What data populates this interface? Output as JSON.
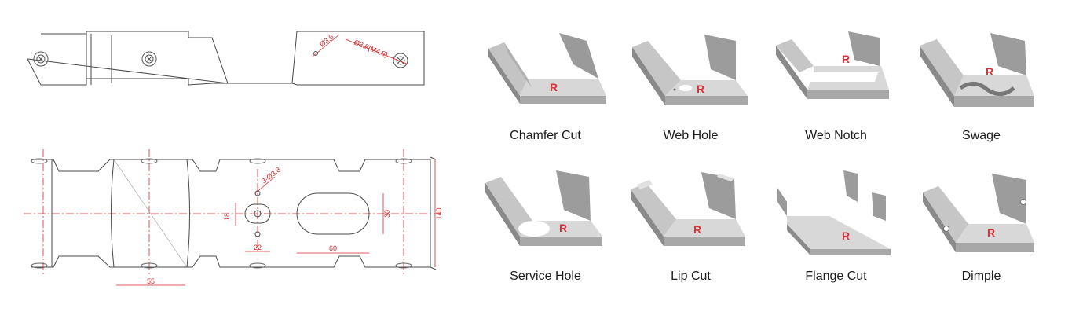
{
  "drawing": {
    "top_view": {
      "hole_label_small": "Ø3.8",
      "hole_label_thread": "Ø3.8(M4.8)"
    },
    "bottom_view": {
      "hole_group_label": "3-Ø3.8",
      "dim_18": "18",
      "dim_22": "22",
      "dim_30": "30",
      "dim_60": "60",
      "dim_140": "140",
      "dim_55": "55"
    },
    "line_color": "#3a3a3a",
    "dimension_color": "#d6282b"
  },
  "features": [
    {
      "name": "Chamfer Cut",
      "icon": "chamfer-cut-profile"
    },
    {
      "name": "Web Hole",
      "icon": "web-hole-profile"
    },
    {
      "name": "Web Notch",
      "icon": "web-notch-profile"
    },
    {
      "name": "Swage",
      "icon": "swage-profile"
    },
    {
      "name": "Service Hole",
      "icon": "service-hole-profile"
    },
    {
      "name": "Lip Cut",
      "icon": "lip-cut-profile"
    },
    {
      "name": "Flange Cut",
      "icon": "flange-cut-profile"
    },
    {
      "name": "Dimple",
      "icon": "dimple-profile"
    }
  ],
  "logo": {
    "letter": "R",
    "color": "#d8333a"
  }
}
